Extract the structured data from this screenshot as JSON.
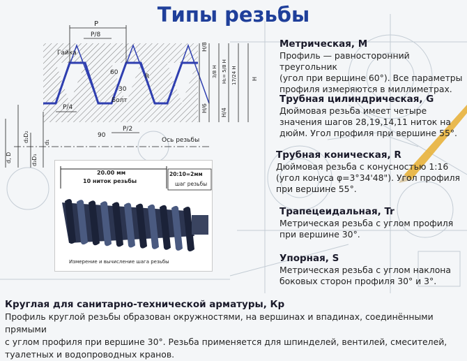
{
  "title": "Типы резьбы",
  "diagram": {
    "label_P": "P",
    "label_P8": "P/8",
    "label_nut": "Гайка",
    "label_angle60": "60",
    "label_R": "R",
    "label_30": "30",
    "label_P4": "P/4",
    "label_bolt": "Болт",
    "label_90": "90",
    "label_P2": "P/2",
    "label_axis": "Ось резьбы",
    "label_H8": "H/8",
    "label_3_8H": "3/8 H",
    "label_H1": "H₁= 5/8 H",
    "label_17_24H": "17/24 H",
    "label_H": "H",
    "label_H6": "H/6",
    "label_H4": "H/4",
    "label_d1": "d₁",
    "label_d2D2": "d₂D₂",
    "label_dD": "d, D",
    "label_d3D1": "d₃D₁"
  },
  "photo": {
    "measure_label": "20.00 мм",
    "turns_label": "10 ниток резьбы",
    "pitch_formula": "20:10=2мм",
    "pitch_label": "шаг резьбы",
    "caption": "Измерение и вычисление шага резьбы"
  },
  "sections": [
    {
      "heading": "Метрическая, M",
      "lines": [
        "Профиль — равносторонний треугольник",
        " (угол при вершине 60°). Все параметры",
        "профиля измеряются в миллиметрах."
      ]
    },
    {
      "heading": "Трубная цилиндрическая, G",
      "lines": [
        "Дюймовая резьба  имеет четыре",
        "значения шагов 28,19,14,11 ниток на",
        "дюйм. Угол профиля при вершине 55°."
      ]
    },
    {
      "heading": "Трубная коническая, R",
      "lines": [
        "Дюймовая резьба с конусностью 1:16",
        "(угол конуса φ=3°34'48\"). Угол профиля",
        "при вершине 55°."
      ]
    },
    {
      "heading": "Трапецеидальная, Tr",
      "lines": [
        "Метрическая резьба с углом профиля",
        "при вершине 30°."
      ]
    },
    {
      "heading": "Упорная, S",
      "lines": [
        "Метрическая резьба с углом наклона",
        "боковых сторон профиля 30° и 3°."
      ]
    }
  ],
  "bottom": {
    "heading": "Круглая для санитарно-технической арматуры, Кр",
    "lines": [
      "Профиль круглой резьбы образован окружностями, на вершинах и впадинах, соединёнными прямыми",
      "с углом профиля при вершине 30°. Резьба применяется для шпинделей, вентилей, смесителей,",
      "туалетных и водопроводных кранов."
    ]
  },
  "colors": {
    "title": "#1f3f9a",
    "profile_line": "#2f3fb0",
    "thread_dark": "#2c3550"
  }
}
